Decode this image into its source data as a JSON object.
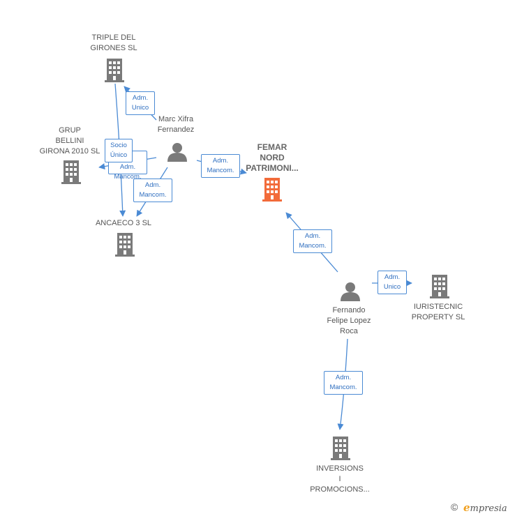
{
  "nodes": {
    "triple_del_girones": {
      "label": "TRIPLE DEL\nGIRONES SL"
    },
    "grup_bellini": {
      "label": "GRUP\nBELLINI\nGIRONA 2010 SL"
    },
    "marc_xifra": {
      "label": "Marc Xifra\nFernandez"
    },
    "femar_nord": {
      "label": "FEMAR\nNORD\nPATRIMONI..."
    },
    "ancaeco_3": {
      "label": "ANCAECO 3  SL"
    },
    "fernando_lopez": {
      "label": "Fernando\nFelipe Lopez\nRoca"
    },
    "iuristecnic": {
      "label": "IURISTECNIC\nPROPERTY  SL"
    },
    "inversions": {
      "label": "INVERSIONS\nI\nPROMOCIONS..."
    }
  },
  "edges": {
    "e1": {
      "label": "Adm.\nUnico"
    },
    "e2": {
      "label": "Socio\nÚnico"
    },
    "e3": {
      "label": "Adm.\nMancom."
    },
    "e4": {
      "label": "Adm.\nMancom."
    },
    "e5": {
      "label": "Adm.\nMancom."
    },
    "e6": {
      "label": "Adm.\nMancom."
    },
    "e7": {
      "label": "Adm.\nUnico"
    },
    "e8": {
      "label": "Adm.\nMancom."
    }
  },
  "colors": {
    "company": "#7a7a7a",
    "focus_company": "#f26b3a",
    "person": "#7a7a7a",
    "edge": "#4a8ad4"
  },
  "footer": {
    "copyright": "©",
    "brand_initial": "e",
    "brand_rest": "mpresia"
  }
}
